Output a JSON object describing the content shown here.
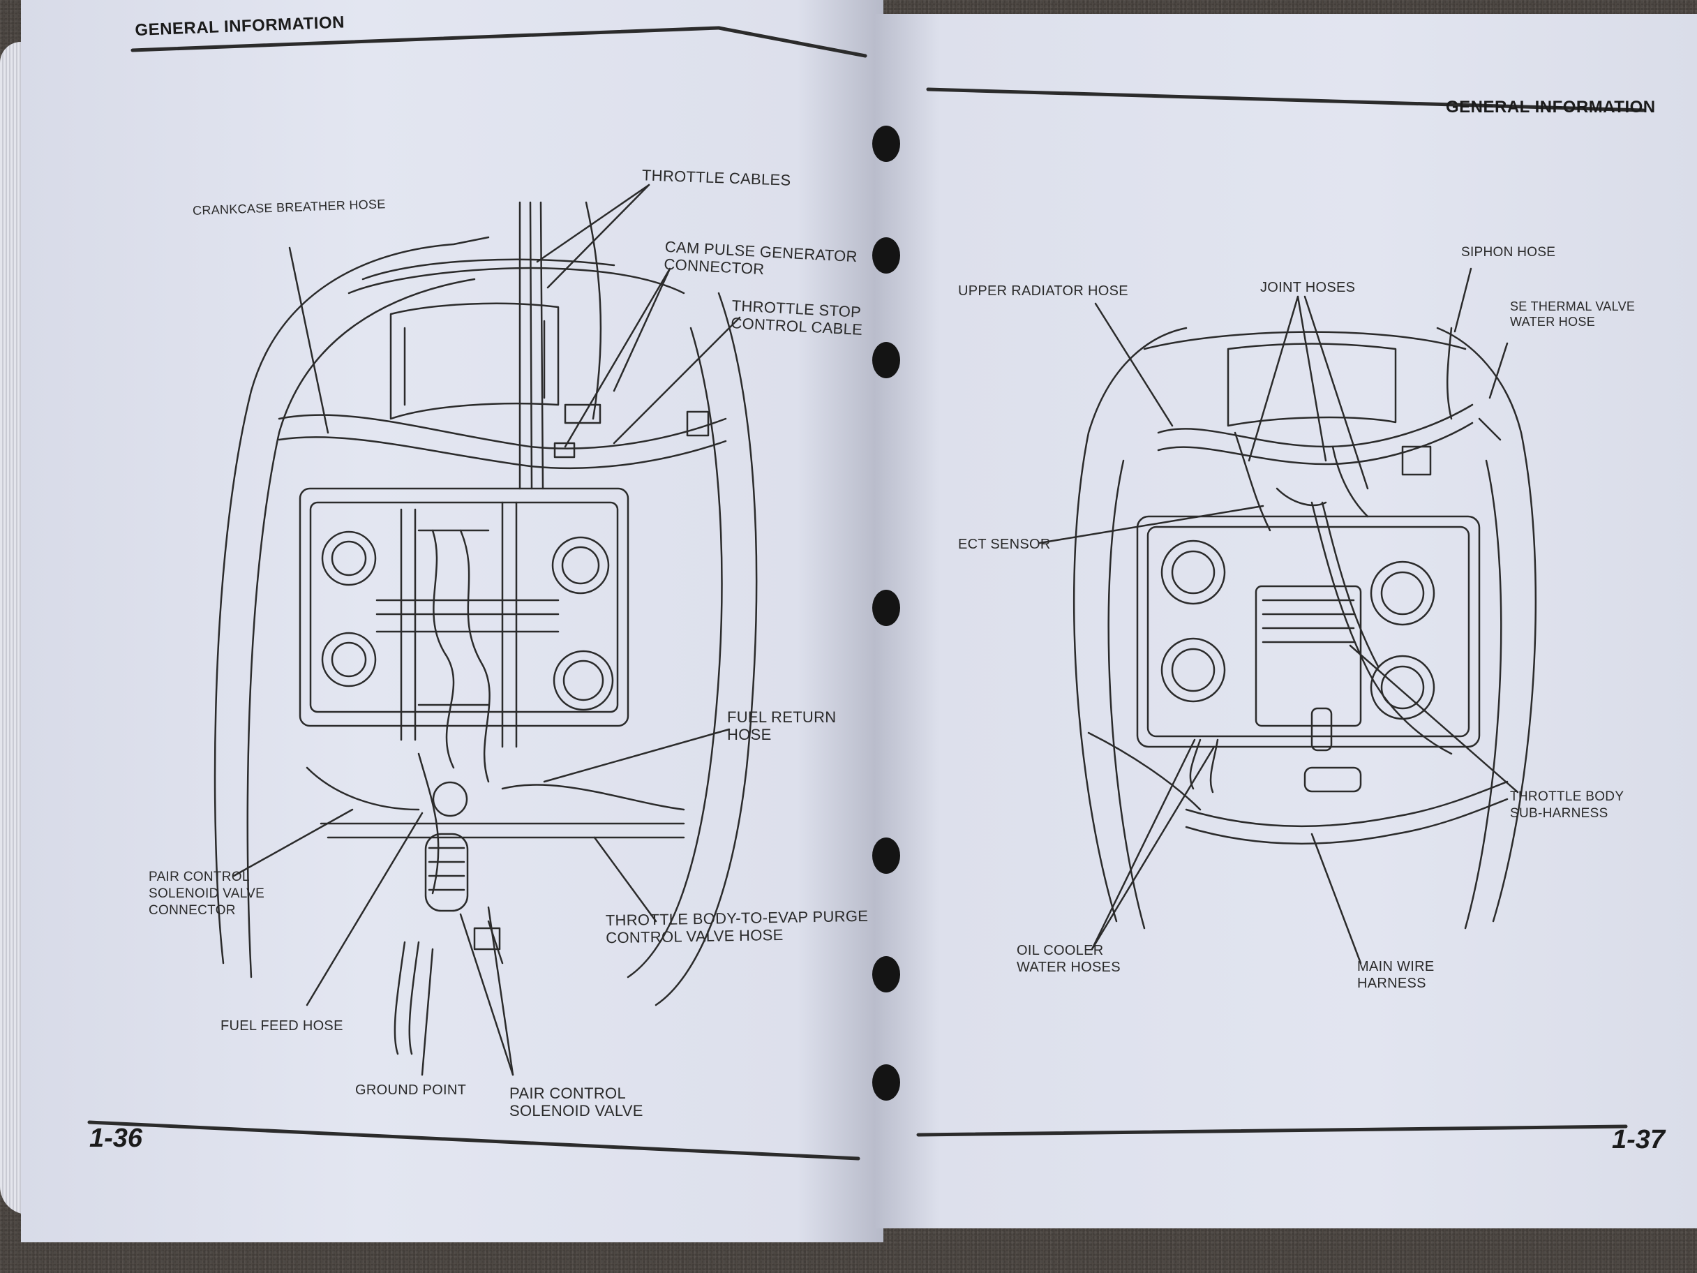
{
  "left_page": {
    "header": "GENERAL INFORMATION",
    "page_number": "1-36",
    "labels": {
      "crankcase_breather_hose": "CRANKCASE BREATHER HOSE",
      "throttle_cables": "THROTTLE CABLES",
      "cam_pulse_generator_connector": "CAM PULSE GENERATOR\nCONNECTOR",
      "throttle_stop_control_cable": "THROTTLE STOP\nCONTROL CABLE",
      "fuel_return_hose": "FUEL RETURN\nHOSE",
      "pair_control_solenoid_valve_connector": "PAIR CONTROL\nSOLENOID VALVE\nCONNECTOR",
      "throttle_body_to_evap": "THROTTLE BODY-TO-EVAP PURGE\nCONTROL VALVE HOSE",
      "fuel_feed_hose": "FUEL FEED HOSE",
      "ground_point": "GROUND POINT",
      "pair_control_solenoid_valve": "PAIR CONTROL\nSOLENOID VALVE"
    }
  },
  "right_page": {
    "header": "GENERAL INFORMATION",
    "page_number": "1-37",
    "labels": {
      "siphon_hose": "SIPHON HOSE",
      "upper_radiator_hose": "UPPER RADIATOR HOSE",
      "joint_hoses": "JOINT HOSES",
      "se_thermal_valve_water_hose": "SE THERMAL VALVE\nWATER HOSE",
      "ect_sensor": "ECT SENSOR",
      "throttle_body_sub_harness": "THROTTLE BODY\nSUB-HARNESS",
      "oil_cooler_water_hoses": "OIL COOLER\nWATER HOSES",
      "main_wire_harness": "MAIN WIRE\nHARNESS"
    }
  },
  "colors": {
    "paper": "#dfe2ee",
    "ink": "#1b1b1b",
    "background": "#4f4944"
  }
}
